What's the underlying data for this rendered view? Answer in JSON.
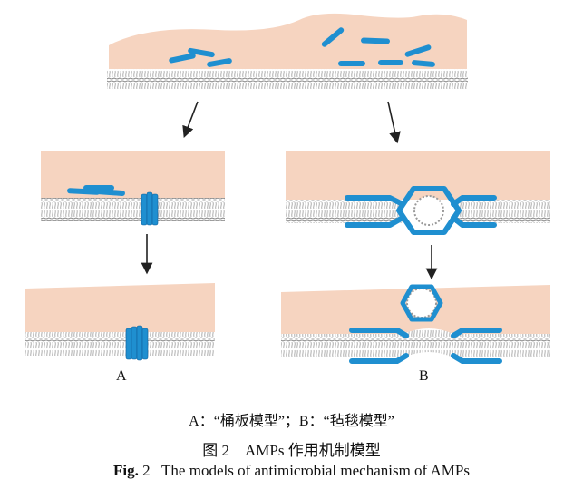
{
  "labels": {
    "panel_a": "A",
    "panel_b": "B"
  },
  "legend": "A：“桶板模型”；B：“毡毯模型”",
  "caption_cn": "图 2　AMPs 作用机制模型",
  "caption_en": {
    "prefix": "Fig.",
    "number": "2",
    "text": "The models of antimicrobial mechanism of AMPs"
  },
  "colors": {
    "background_region": "#f6d4c0",
    "peptide": "#1f8fd0",
    "peptide_dark": "#0f5f9a",
    "membrane_line": "#8a8a8a",
    "arrow": "#222222"
  }
}
